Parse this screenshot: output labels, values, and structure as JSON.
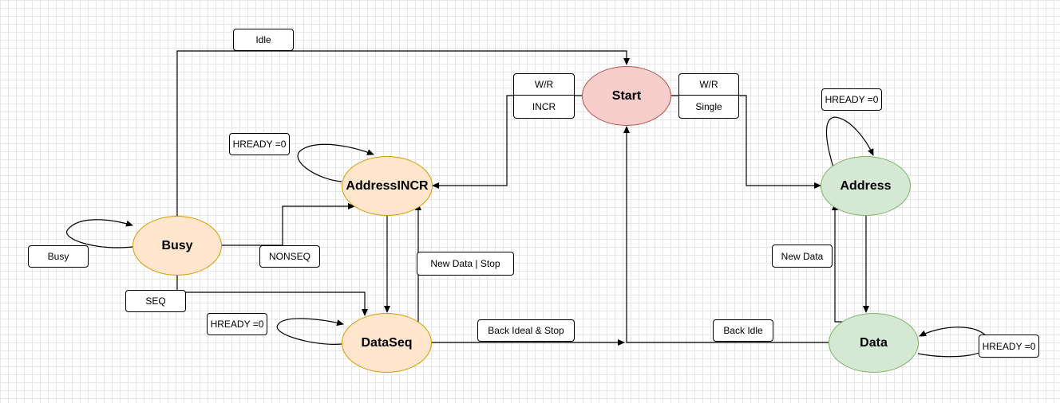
{
  "states": {
    "start": "Start",
    "address_incr": "AddressINCR",
    "busy": "Busy",
    "data_seq": "DataSeq",
    "address": "Address",
    "data": "Data"
  },
  "labels": {
    "idle": "Idle",
    "wr_left": "W/R",
    "incr": "INCR",
    "wr_right": "W/R",
    "single": "Single",
    "hready_address_incr": "HREADY =0",
    "hready_address": "HREADY =0",
    "busy_self": "Busy",
    "nonseq": "NONSEQ",
    "new_data_stop": "New Data | Stop",
    "seq": "SEQ",
    "hready_data_seq": "HREADY =0",
    "back_ideal_stop": "Back Ideal & Stop",
    "back_idle": "Back Idle",
    "new_data": "New Data",
    "hready_data": "HREADY =0"
  },
  "colors": {
    "orange_fill": "#ffe6cc",
    "orange_stroke": "#d79b00",
    "red_fill": "#f8cecc",
    "red_stroke": "#b85450",
    "green_fill": "#d5e8d4",
    "green_stroke": "#82b366"
  }
}
